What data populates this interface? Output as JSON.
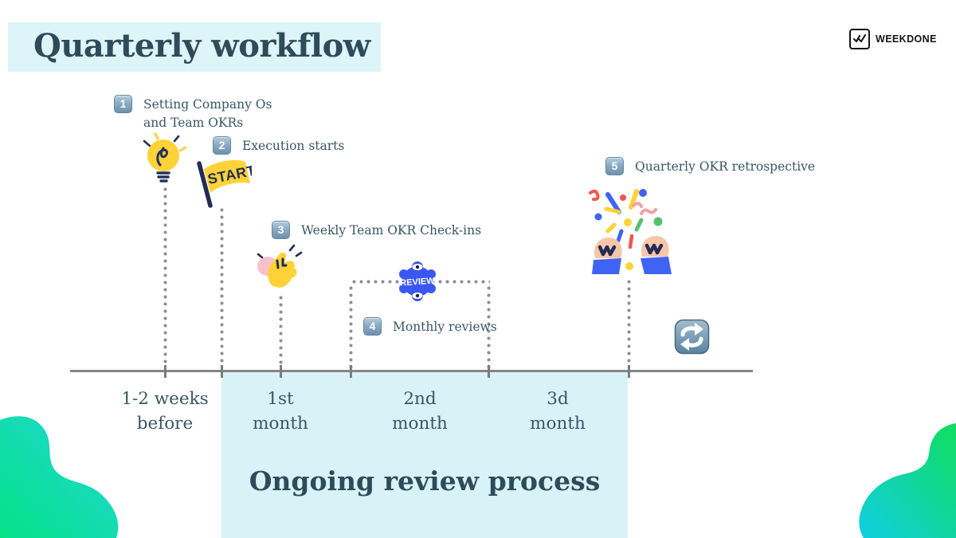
{
  "header": {
    "title": "Quarterly workflow"
  },
  "logo": {
    "brand": "WEEKDONE"
  },
  "steps": [
    {
      "num": "1",
      "lines": [
        "Setting Company Os",
        "and Team OKRs"
      ]
    },
    {
      "num": "2",
      "lines": [
        "Execution starts"
      ]
    },
    {
      "num": "3",
      "lines": [
        "Weekly Team OKR Check-ins"
      ]
    },
    {
      "num": "4",
      "lines": [
        "Monthly reviews"
      ]
    },
    {
      "num": "5",
      "lines": [
        "Quarterly OKR retrospective"
      ]
    }
  ],
  "decorations": {
    "flag_text": "START",
    "review_text": "REVIEW",
    "icons": [
      "lightbulb-icon",
      "start-flag-icon",
      "waving-hand-icon",
      "review-badge-icon",
      "celebration-hands-icon",
      "repeat-icon"
    ]
  },
  "timeline": {
    "labels": [
      [
        "1-2 weeks",
        "before"
      ],
      [
        "1st",
        "month"
      ],
      [
        "2nd",
        "month"
      ],
      [
        "3d",
        "month"
      ]
    ]
  },
  "footer": {
    "ongoing_label": "Ongoing review process"
  },
  "colors": {
    "accent_cyan": "#d8f2f8",
    "dark_text": "#2e4b59",
    "badge_blue": "#7e9fb8",
    "flag_yellow": "#ffd238",
    "review_blue": "#3b57f3",
    "blob_green": "#06e287",
    "blob_cyan": "#1fd6d8",
    "axis_gray": "#868686"
  }
}
